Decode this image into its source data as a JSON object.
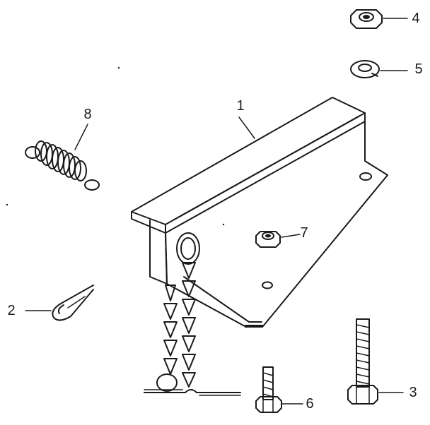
{
  "callouts": {
    "part_1": "1",
    "part_2": "2",
    "part_3": "3",
    "part_4": "4",
    "part_5": "5",
    "part_6": "6",
    "part_7": "7",
    "part_8": "8"
  }
}
